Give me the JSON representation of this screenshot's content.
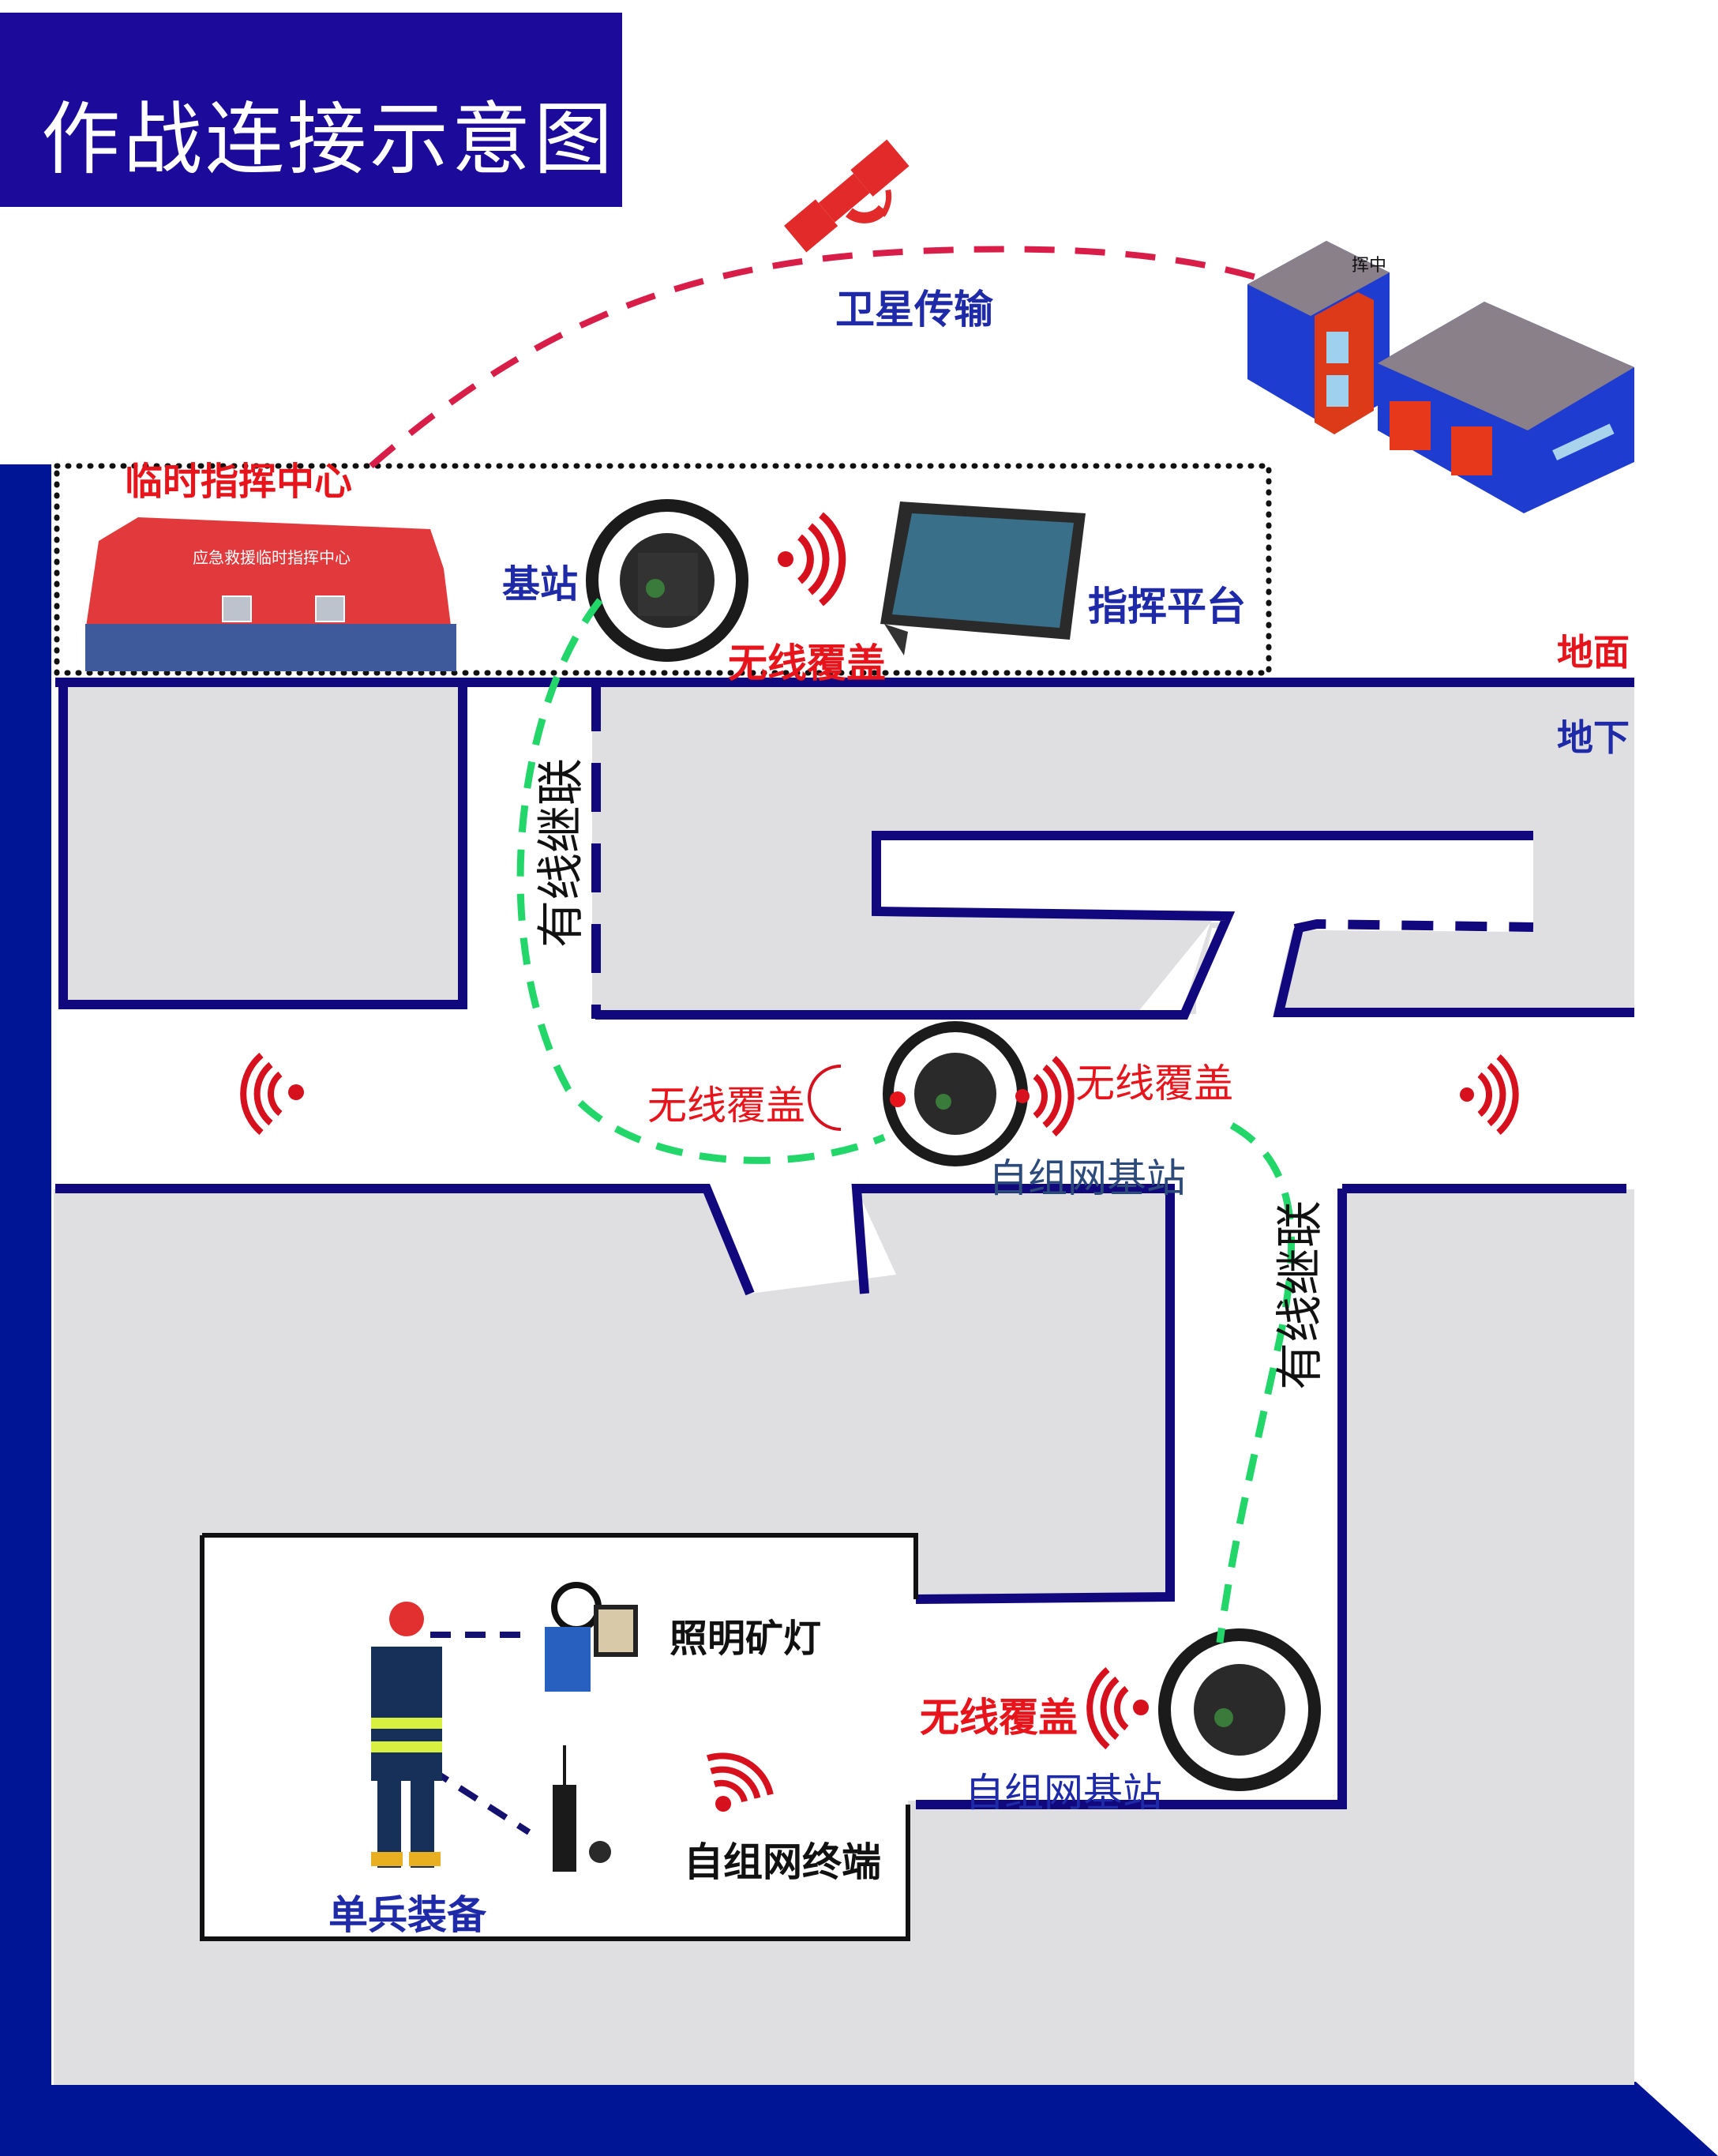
{
  "title": "作战连接示意图",
  "colors": {
    "title_bg": "#1c0a9a",
    "wall": "#12087e",
    "outer_wall": "#001496",
    "floor": "#dfdfe2",
    "signal_red": "#d7101e",
    "wired_green": "#22d66a",
    "satellite_red": "#e22a2a",
    "satellite_link": "#d81e48"
  },
  "surface": {
    "above_ground_label": "地面",
    "underground_label": "地下"
  },
  "satellite": {
    "icon": "satellite-icon",
    "link_label": "卫星传输"
  },
  "command_building": {
    "icon": "command-building-icon",
    "sign_text": "挥中"
  },
  "temp_command": {
    "label": "临时指挥中心",
    "tent_banner": "应急救援临时指挥中心",
    "icon": "tent-icon"
  },
  "ground_station": {
    "label": "基站",
    "wireless_label": "无线覆盖",
    "icon": "cable-reel-base-station-icon"
  },
  "command_platform": {
    "label": "指挥平台",
    "icon": "rugged-tablet-icon"
  },
  "relays": [
    {
      "label": "有线继联",
      "type": "wired"
    },
    {
      "label": "有线继联",
      "type": "wired"
    }
  ],
  "mesh_station_1": {
    "label": "自组网基站",
    "wireless_left_label": "无线覆盖",
    "wireless_right_label": "无线覆盖"
  },
  "mesh_station_2": {
    "label": "自组网基站",
    "wireless_label": "无线覆盖"
  },
  "equipment_box": {
    "soldier_label": "单兵装备",
    "lamp_label": "照明矿灯",
    "terminal_label": "自组网终端",
    "soldier_icon": "firefighter-icon",
    "lamp_icon": "miner-lamp-icon",
    "radio_icon": "handheld-radio-icon"
  }
}
